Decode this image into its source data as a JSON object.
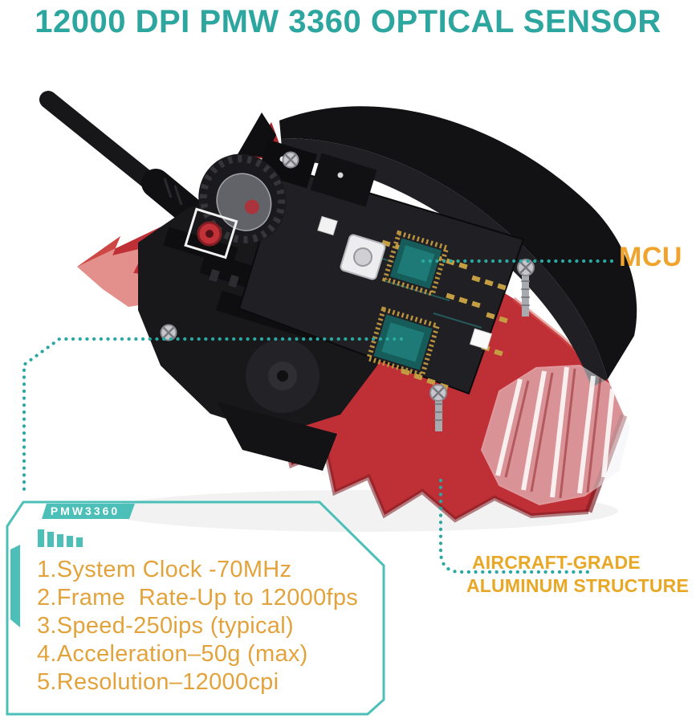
{
  "title": "12000 DPI PMW 3360 OPTICAL SENSOR",
  "figure": {
    "name": "exploded-gaming-mouse-internal-view"
  },
  "callouts": {
    "mcu": {
      "label": "MCU"
    },
    "aluminum": {
      "line1": "AIRCRAFT-GRADE",
      "line2": "ALUMINUM STRUCTURE"
    }
  },
  "sensor_box": {
    "tag": "PMW3360",
    "items": [
      "1.System Clock -70MHz",
      "2.Frame  Rate-Up to 12000fps",
      "3.Speed-250ips (typical)",
      "4.Acceleration–50g (max)",
      "5.Resolution–12000cpi"
    ]
  },
  "colors": {
    "teal": "#2aa8a1",
    "box_teal": "#4cc0b8",
    "title_teal": "#2ca69f",
    "orange": "#e3a33c",
    "mcu_orange": "#f0a42e",
    "alu_orange": "#e9a726"
  }
}
